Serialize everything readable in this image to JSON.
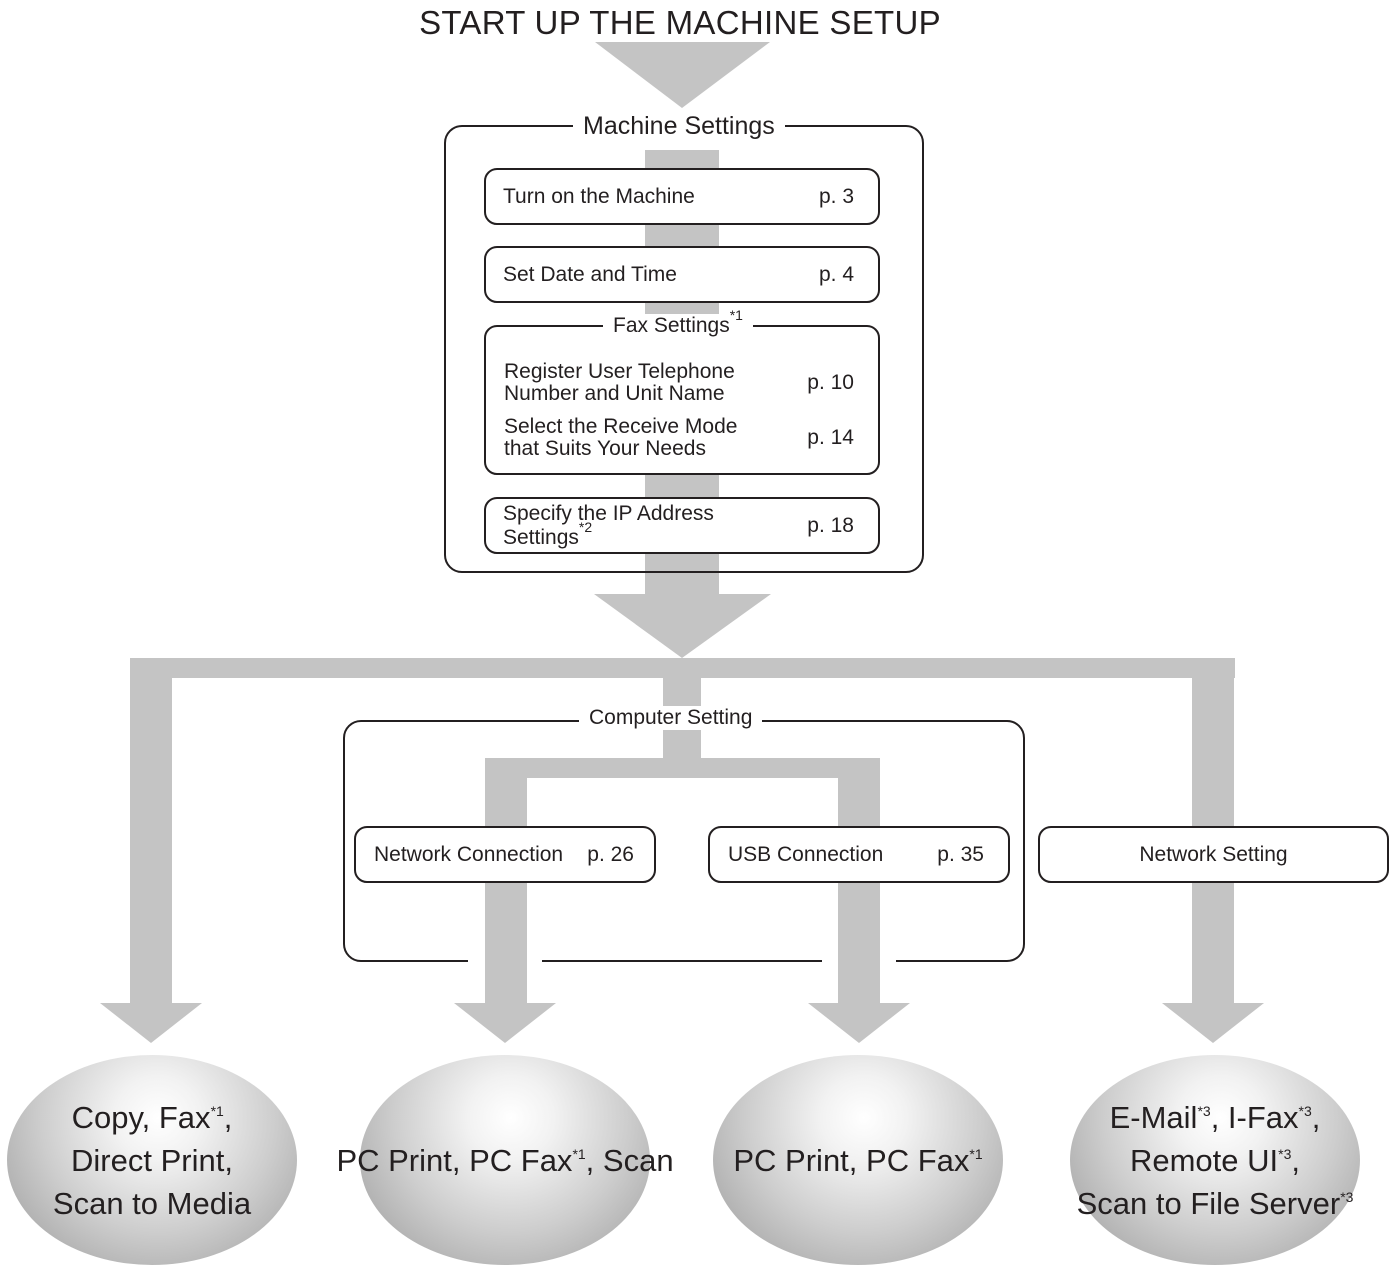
{
  "title": "START UP THE MACHINE SETUP",
  "machine_settings": {
    "label": "Machine Settings",
    "steps": [
      {
        "label": "Turn on the Machine",
        "page": "p. 3"
      },
      {
        "label": "Set Date and Time",
        "page": "p. 4"
      }
    ],
    "fax_settings": {
      "label": "Fax Settings",
      "note": "*1",
      "items": [
        {
          "line1": "Register User Telephone",
          "line2": "Number and Unit Name",
          "page": "p. 10"
        },
        {
          "line1": "Select the Receive Mode",
          "line2": "that Suits Your Needs",
          "page": "p. 14"
        }
      ]
    },
    "ip_step": {
      "label": "Specify the IP Address Settings",
      "note": "*2",
      "page": "p. 18"
    }
  },
  "computer_setting": {
    "label": "Computer Setting",
    "network": {
      "label": "Network Connection",
      "page": "p. 26"
    },
    "usb": {
      "label": "USB Connection",
      "page": "p. 35"
    }
  },
  "network_setting": {
    "label": "Network Setting"
  },
  "outcomes": {
    "o1": {
      "a": "Copy, Fax",
      "a_note": "*1",
      "a_tail": ",",
      "b": "Direct Print,",
      "c": "Scan to Media"
    },
    "o2": {
      "a": "PC Print, PC Fax",
      "a_note": "*1",
      "a_tail": ", Scan"
    },
    "o3": {
      "a": "PC Print, PC Fax",
      "a_note": "*1"
    },
    "o4": {
      "a1": "E-Mail",
      "a1_note": "*3",
      "a2": ", I-Fax",
      "a2_note": "*3",
      "a_tail": ",",
      "b": "Remote UI",
      "b_note": "*3",
      "b_tail": ",",
      "c": "Scan to File Server",
      "c_note": "*3"
    }
  },
  "colors": {
    "arrow": "#c4c4c4",
    "ink": "#231f20",
    "background": "#ffffff"
  }
}
